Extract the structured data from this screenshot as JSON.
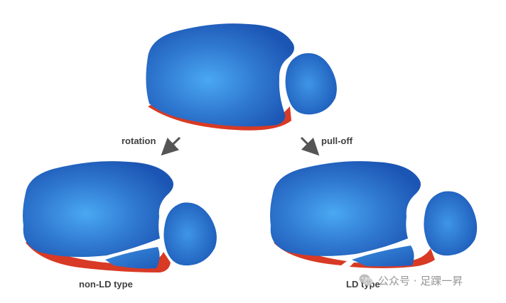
{
  "labels": {
    "rotation": "rotation",
    "pull_off": "pull-off",
    "non_ld_type": "non-LD type",
    "ld_type": "LD type"
  },
  "watermark": {
    "text": "公众号 · 足踝一昇",
    "icon": "wechat-logo-icon"
  },
  "colors": {
    "bone_center": "#4aa8f2",
    "bone_edge": "#1c56b4",
    "ligament": "#d83a25",
    "arrow": "#555555",
    "label_text": "#3f3f3f",
    "watermark_text": "#8b8b8b"
  }
}
